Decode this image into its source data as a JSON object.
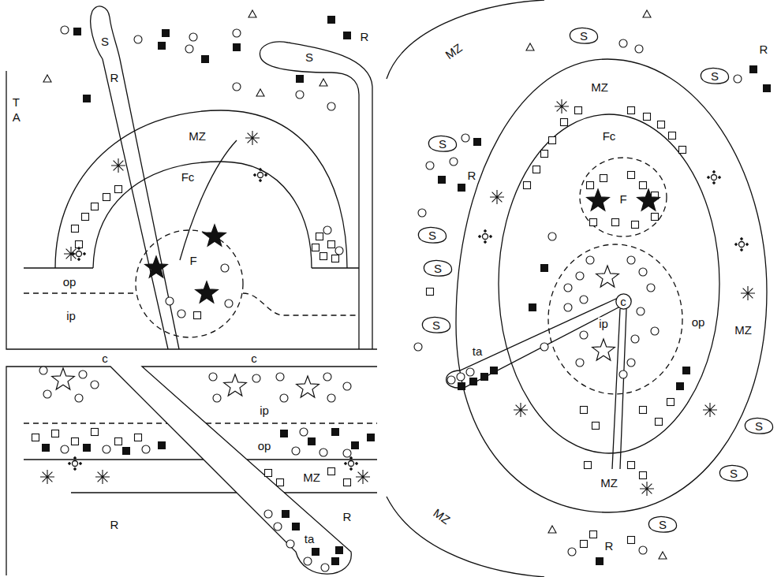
{
  "diagram": {
    "nodes": [
      {
        "text": [
          "S"
        ]
      },
      {
        "text": [
          "S"
        ]
      },
      {
        "text": [
          "S"
        ]
      },
      {
        "text": [
          "S"
        ]
      },
      {
        "text": [
          "S"
        ]
      },
      {
        "text": [
          "S"
        ]
      },
      {
        "text": [
          "S"
        ]
      },
      {
        "text": [
          "S"
        ]
      },
      {
        "text": [
          "S"
        ]
      },
      {
        "text": [
          "c"
        ]
      }
    ],
    "labels": [
      "S",
      "S",
      "R",
      "R",
      "TA",
      "MZ",
      "Fc",
      "F",
      "op",
      "ip",
      "c",
      "c",
      "ip",
      "op",
      "MZ",
      "R",
      "R",
      "ta",
      "MZ",
      "R",
      "R",
      "MZ",
      "Fc",
      "F",
      "ip",
      "op",
      "MZ",
      "MZ",
      "ta",
      "MZ",
      "R"
    ]
  }
}
